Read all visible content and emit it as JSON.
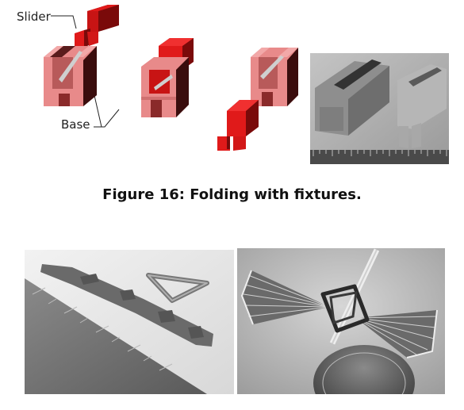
{
  "figure": {
    "label_slider": "Slider",
    "label_base": "Base",
    "caption": "Figure 16: Folding with fixtures."
  },
  "colors": {
    "fixture_red": "#e01a1a",
    "fixture_dark_red": "#7a0a0a",
    "base_pink": "#e88a8a",
    "base_dark": "#3a0d0d"
  }
}
